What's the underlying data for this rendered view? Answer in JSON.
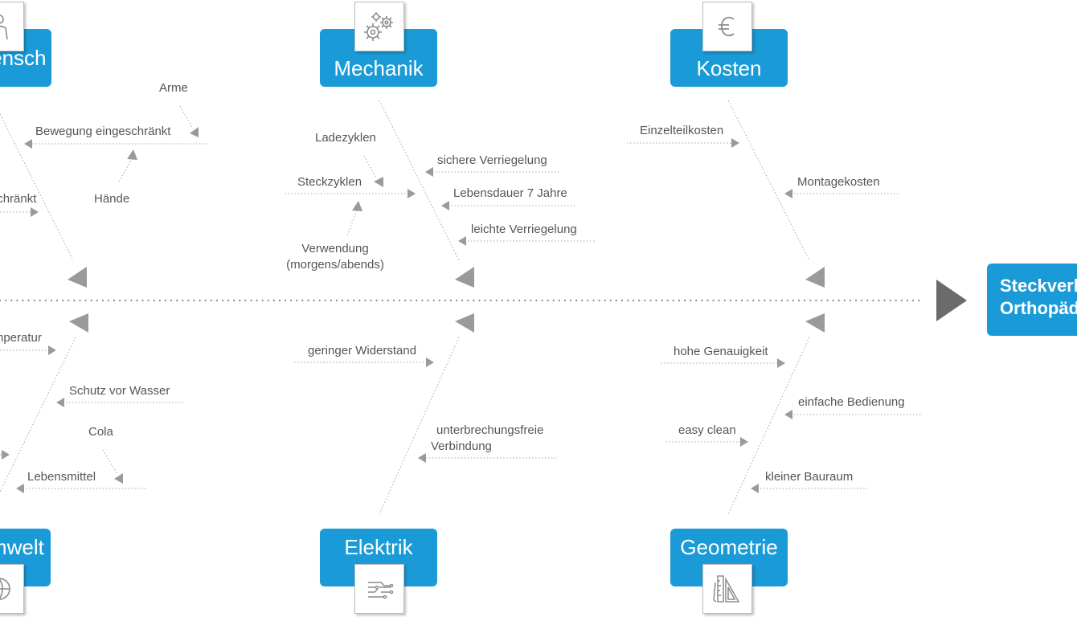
{
  "categories": {
    "mensch": "Mensch",
    "mechanik": "Mechanik",
    "kosten": "Kosten",
    "umwelt": "Umwelt",
    "elektrik": "Elektrik",
    "geometrie": "Geometrie"
  },
  "effect": {
    "line1": "Steckverbindung",
    "line2": "Orthopädie"
  },
  "causes": {
    "mensch": {
      "arme": "Arme",
      "bewegung": "Bewegung eingeschränkt",
      "haende": "Hände",
      "eingeschraenkt": "eingeschränkt"
    },
    "mechanik": {
      "ladezyklen": "Ladezyklen",
      "steckzyklen": "Steckzyklen",
      "verwendung_1": "Verwendung",
      "verwendung_2": "(morgens/abends)",
      "sichere": "sichere Verriegelung",
      "lebensdauer": "Lebensdauer 7 Jahre",
      "leichte": "leichte Verriegelung"
    },
    "kosten": {
      "einzelteil": "Einzelteilkosten",
      "montage": "Montagekosten"
    },
    "umwelt": {
      "temperatur": "Temperatur",
      "wasser": "Schutz vor Wasser",
      "cola": "Cola",
      "lebensmittel": "Lebensmittel"
    },
    "elektrik": {
      "widerstand": "geringer Widerstand",
      "unterbrechung_1": "unterbrechungsfreie",
      "unterbrechung_2": "Verbindung"
    },
    "geometrie": {
      "genauigkeit": "hohe Genauigkeit",
      "bedienung": "einfache Bedienung",
      "easyclean": "easy clean",
      "bauraum": "kleiner Bauraum"
    }
  },
  "icons": {
    "mensch": "person-icon",
    "mechanik": "gears-icon",
    "kosten": "euro-icon",
    "umwelt": "globe-icon",
    "elektrik": "circuit-icon",
    "geometrie": "ruler-triangle-icon"
  },
  "colors": {
    "accent": "#1a9bd7",
    "line": "#9e9e9e",
    "arrow": "#9a9a9a",
    "text": "#555555"
  }
}
